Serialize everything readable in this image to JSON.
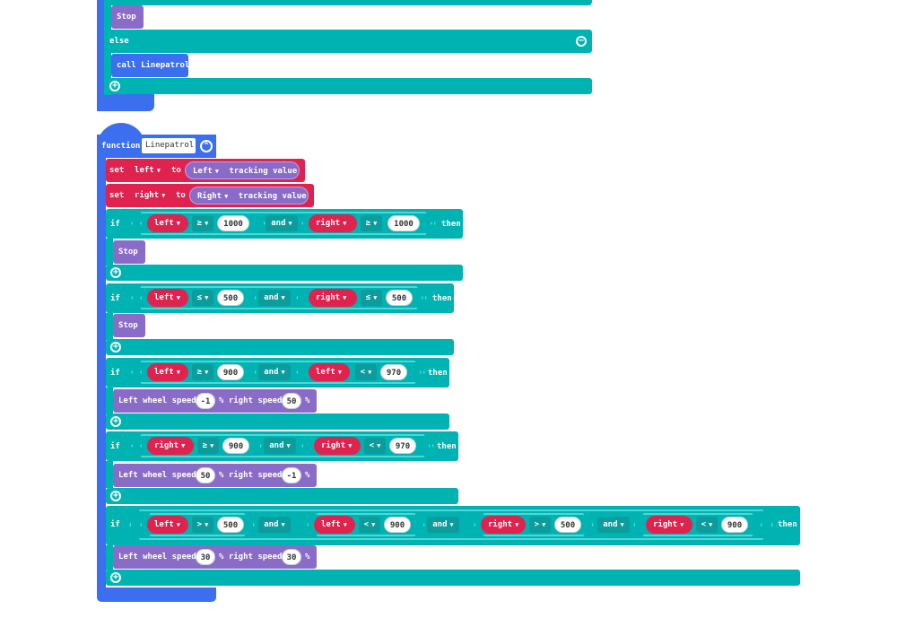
{
  "top_block": {
    "stop_label": "Stop",
    "else_label": "else",
    "call_label": "call Linepatrol"
  },
  "function_block": {
    "keyword": "function",
    "name": "Linepatrol",
    "set_left": {
      "set": "set",
      "var": "left",
      "to": "to",
      "side": "Left",
      "suffix": "tracking value"
    },
    "set_right": {
      "set": "set",
      "var": "right",
      "to": "to",
      "side": "Right",
      "suffix": "tracking value"
    }
  },
  "keywords": {
    "if": "if",
    "then": "then",
    "and": "and",
    "stop": "Stop"
  },
  "conditions": [
    {
      "a_var": "left",
      "a_op": "≥",
      "a_val": "1000",
      "join": "and",
      "b_var": "right",
      "b_op": "≥",
      "b_val": "1000"
    },
    {
      "a_var": "left",
      "a_op": "≤",
      "a_val": "500",
      "join": "and",
      "b_var": "right",
      "b_op": "≤",
      "b_val": "500"
    },
    {
      "a_var": "left",
      "a_op": "≥",
      "a_val": "900",
      "join": "and",
      "b_var": "left",
      "b_op": "<",
      "b_val": "970"
    },
    {
      "a_var": "right",
      "a_op": "≥",
      "a_val": "900",
      "join": "and",
      "b_var": "right",
      "b_op": "<",
      "b_val": "970"
    },
    {
      "a_var": "left",
      "a_op": ">",
      "a_val": "500",
      "join": "and",
      "b_var": "left",
      "b_op": "<",
      "b_val": "900",
      "join2": "and",
      "c_var": "right",
      "c_op": ">",
      "c_val": "500",
      "join3": "and",
      "d_var": "right",
      "d_op": "<",
      "d_val": "900"
    }
  ],
  "wheel_blocks": [
    {
      "left_label": "Left wheel speed",
      "left_val": "-1",
      "mid": "% right speed",
      "right_val": "50",
      "end": "%"
    },
    {
      "left_label": "Left wheel speed",
      "left_val": "50",
      "mid": "% right speed",
      "right_val": "-1",
      "end": "%"
    },
    {
      "left_label": "Left wheel speed",
      "left_val": "30",
      "mid": "% right speed",
      "right_val": "30",
      "end": "%"
    }
  ],
  "colors": {
    "logic": "#00b3b3",
    "function": "#3c6ef0",
    "variables": "#e0234e",
    "motor": "#8a6cc8"
  }
}
